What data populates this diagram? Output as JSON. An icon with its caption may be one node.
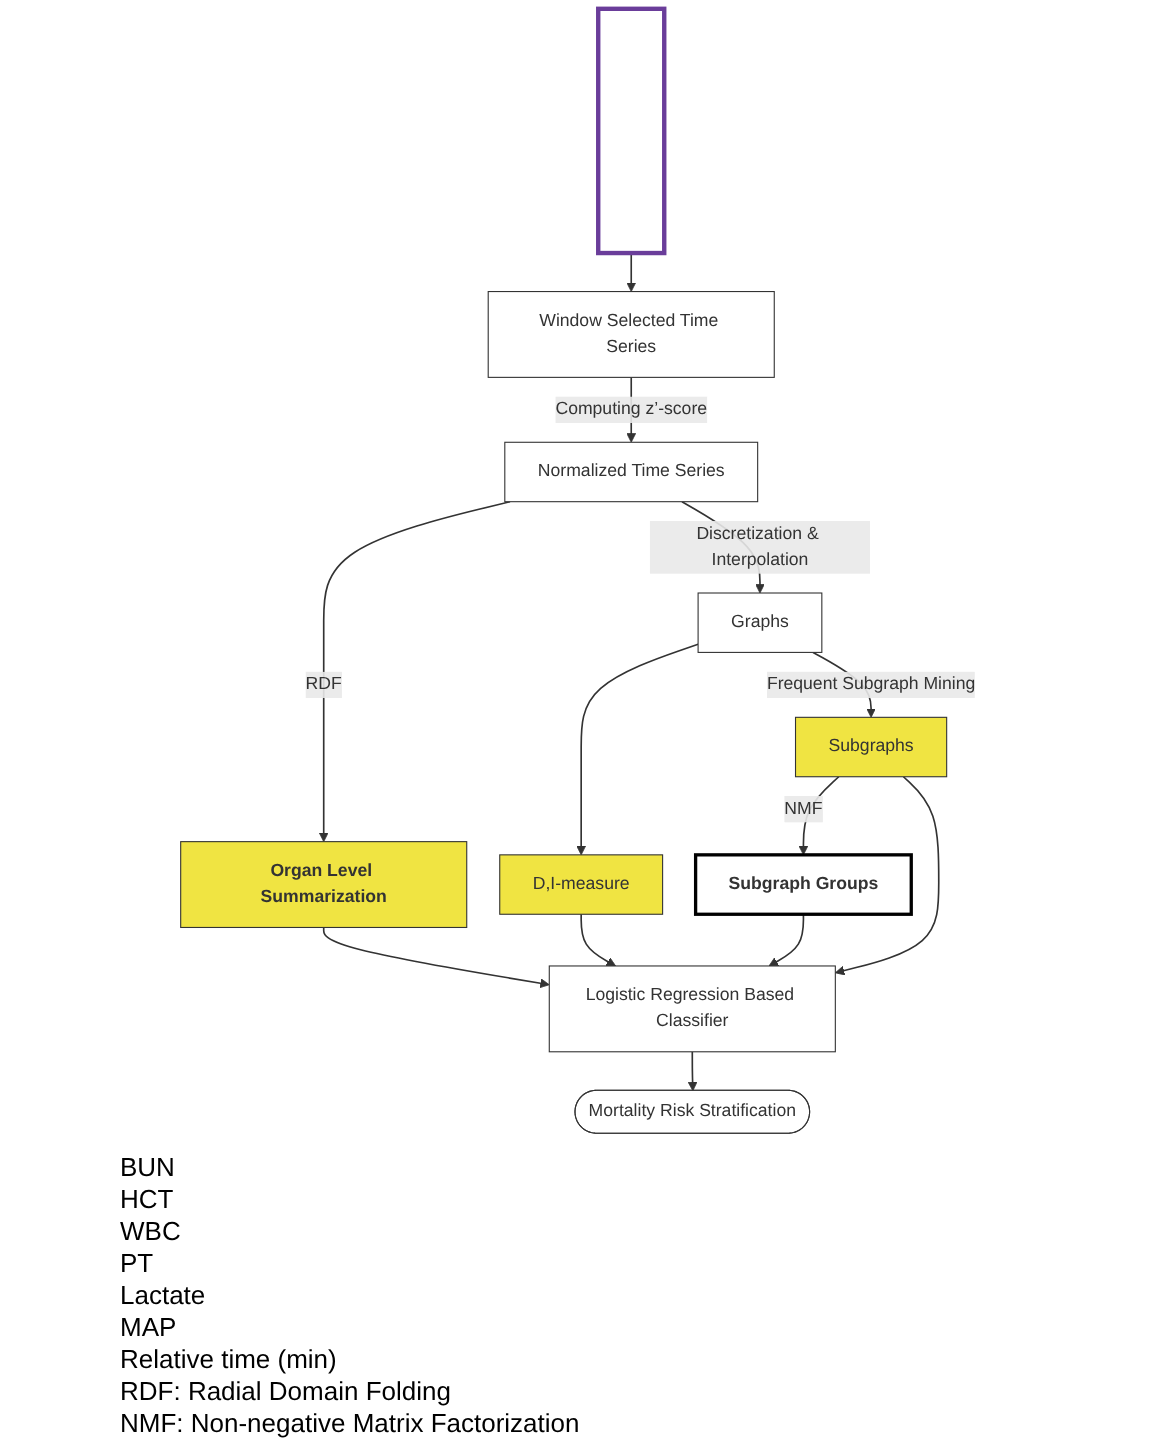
{
  "diagram": {
    "nodes": [
      {
        "text": [],
        "shape": "picture"
      },
      {
        "text": [
          "Window Selected Time Series"
        ]
      },
      {
        "text": [
          "Normalized Time Series"
        ]
      },
      {
        "text": [
          "Organ Level Summarization"
        ]
      },
      {
        "text": [
          "Graphs"
        ]
      },
      {
        "text": [
          "D,I-measure"
        ]
      },
      {
        "text": [
          "Subgraphs"
        ]
      },
      {
        "text": [
          "Subgraph Groups"
        ]
      },
      {
        "text": [
          "Logistic Regression Based Classifier"
        ]
      },
      {
        "text": [
          "Mortality Risk Stratification"
        ]
      }
    ],
    "edges": [
      {
        "from": 0,
        "to": 1,
        "arrow": "to"
      },
      {
        "from": 1,
        "to": 2,
        "arrow": "to",
        "label": "Computing z’-score"
      },
      {
        "from": 2,
        "to": 3,
        "arrow": "to",
        "label": "RDF"
      },
      {
        "from": 2,
        "to": 4,
        "arrow": "to",
        "label": "Discretization & Interpolation"
      },
      {
        "from": 4,
        "to": 5,
        "arrow": "to"
      },
      {
        "from": 4,
        "to": 6,
        "arrow": "to",
        "label": "Frequent Subgraph Mining"
      },
      {
        "from": 6,
        "to": 7,
        "arrow": "to",
        "label": "NMF"
      },
      {
        "from": 3,
        "to": 8,
        "arrow": "to"
      },
      {
        "from": 5,
        "to": 8,
        "arrow": "to"
      },
      {
        "from": 7,
        "to": 8,
        "arrow": "to"
      },
      {
        "from": 6,
        "to": 8,
        "arrow": "to"
      },
      {
        "from": 8,
        "to": 9,
        "arrow": "to"
      }
    ],
    "labels": [
      "BUN",
      "HCT",
      "WBC",
      "PT",
      "Lactate",
      "MAP",
      "Relative time (min)",
      "RDF: Radial Domain Folding",
      "NMF: Non-negative Matrix Factorization"
    ]
  }
}
